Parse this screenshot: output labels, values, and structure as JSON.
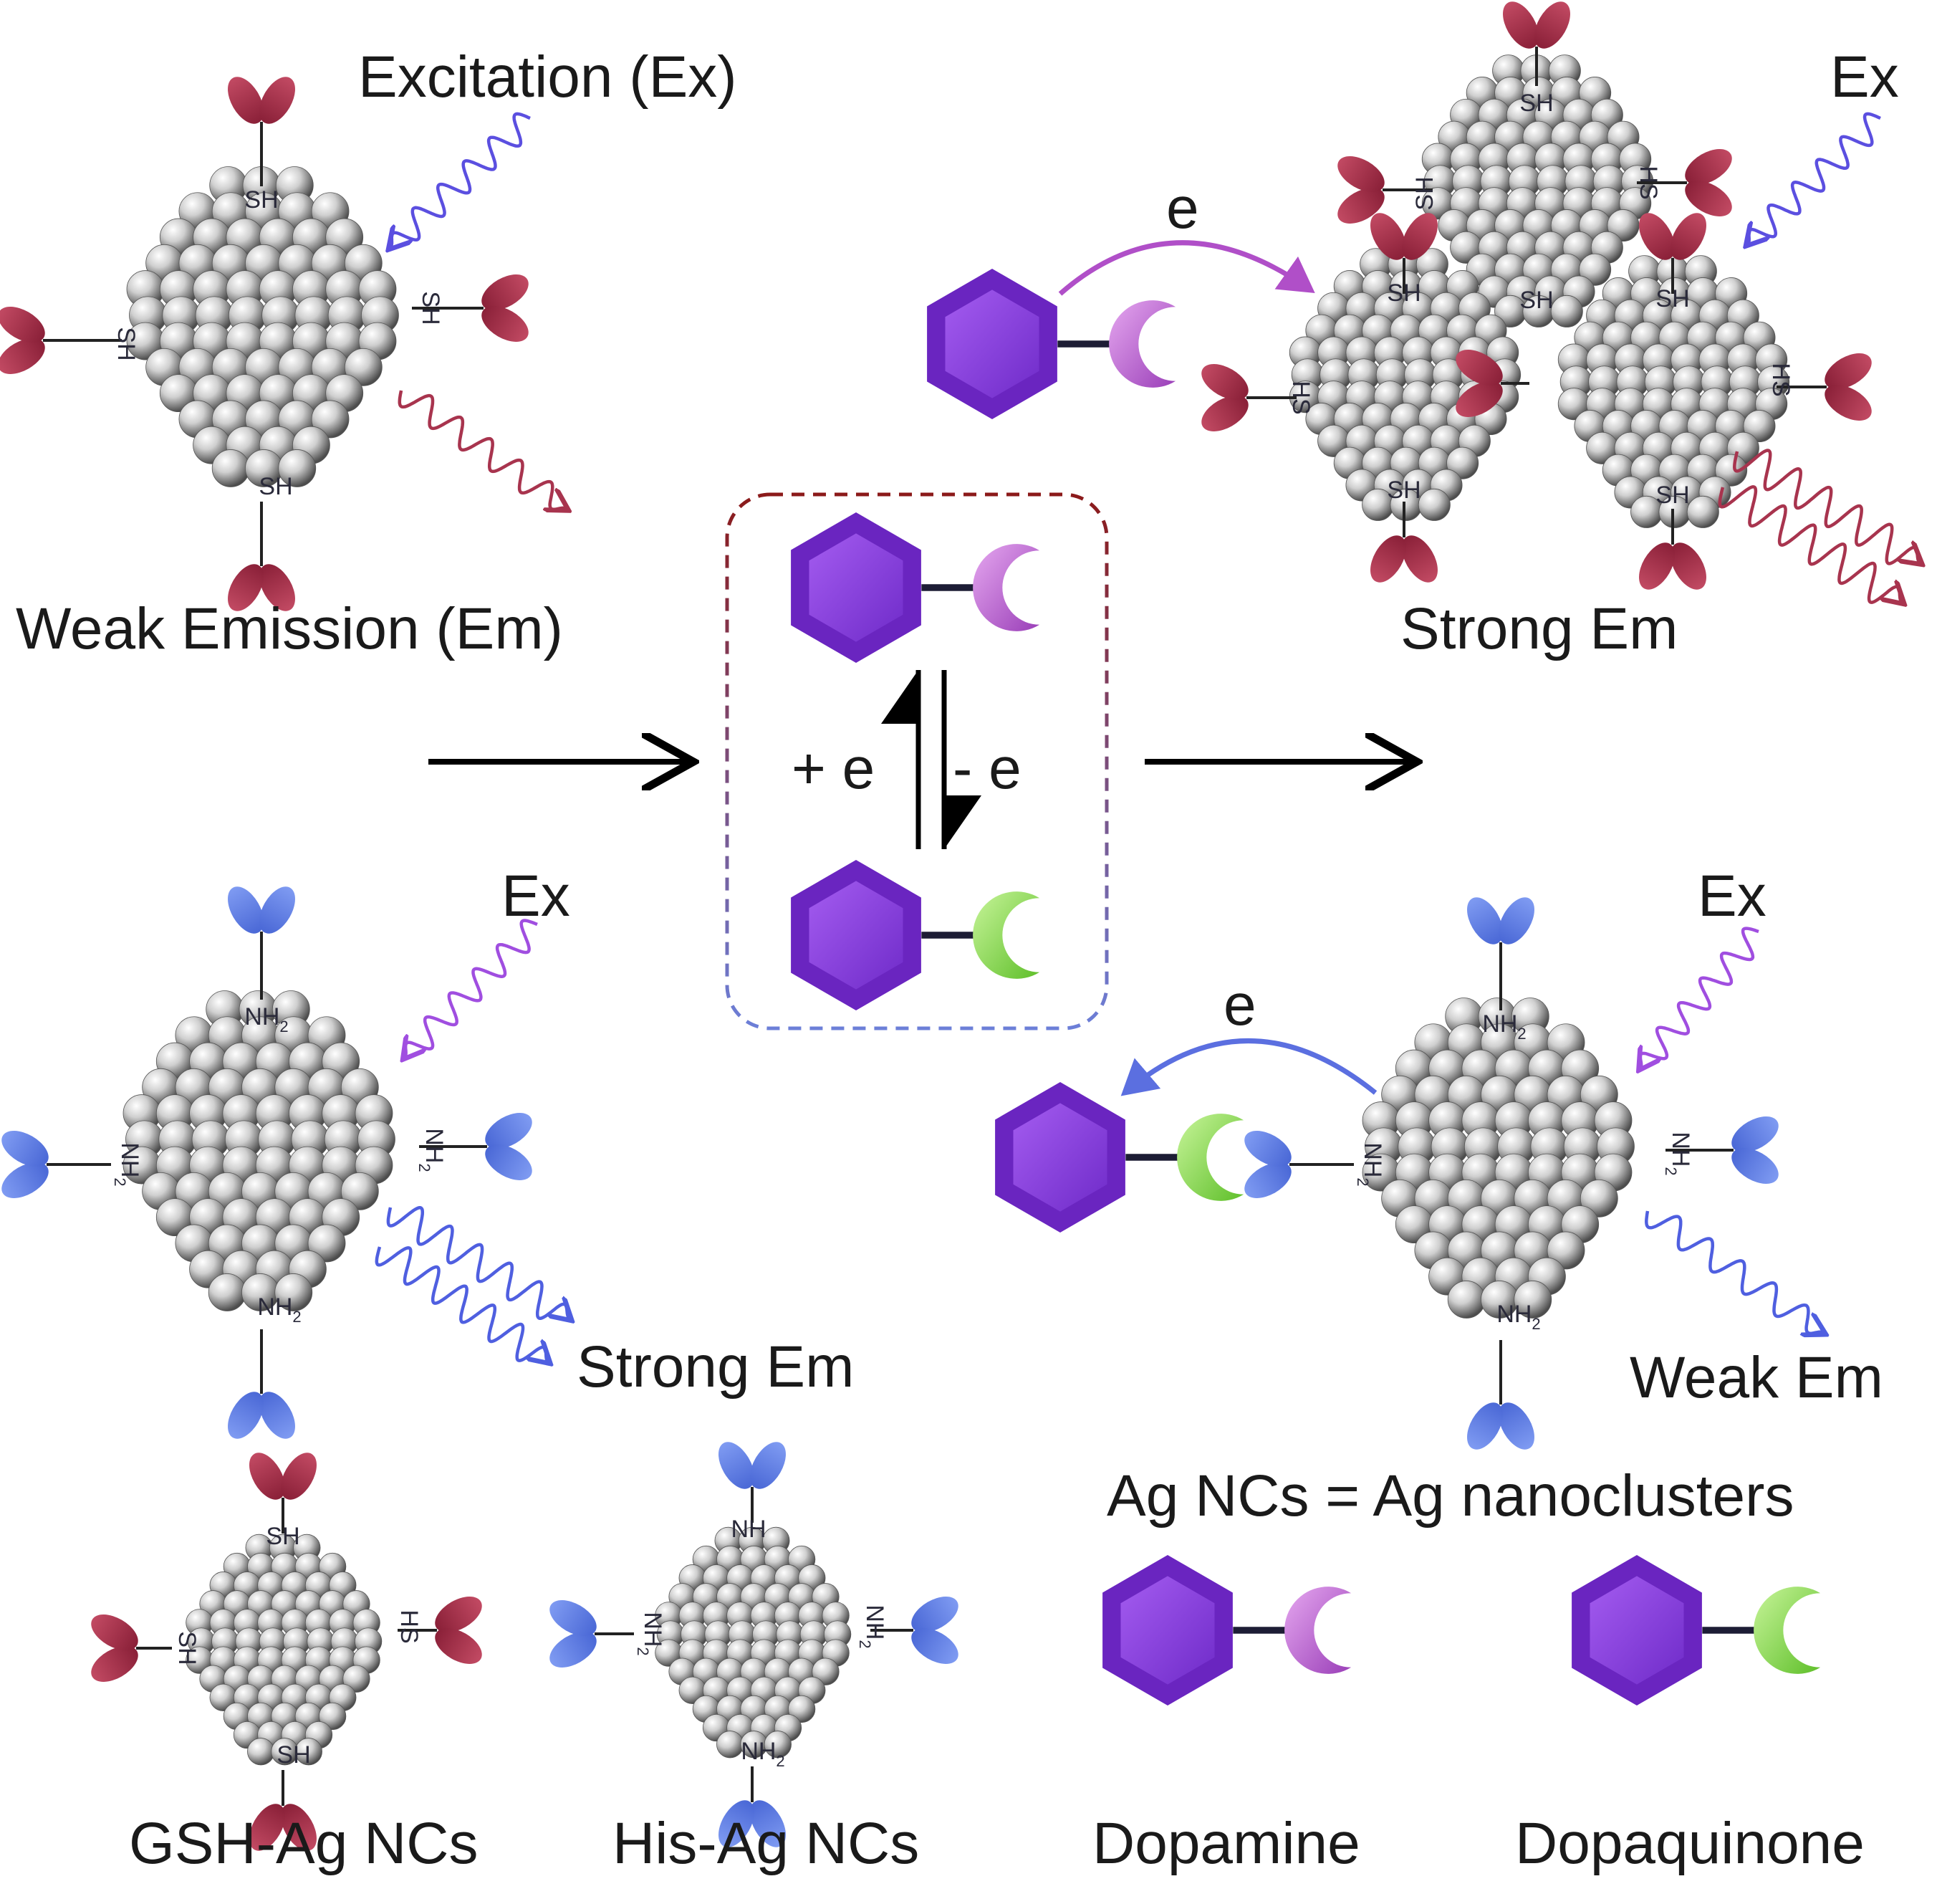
{
  "labels": {
    "excitation": "Excitation (Ex)",
    "weak_emission": "Weak Emission (Em)",
    "ex_top_right": "Ex",
    "ex_bottom_left": "Ex",
    "ex_bottom_right": "Ex",
    "strong_em_top": "Strong Em",
    "strong_em_bottom": "Strong Em",
    "weak_em_bottom": "Weak Em",
    "electron_top": "e",
    "electron_bottom": "e",
    "plus_e": "+ e",
    "minus_e": "- e",
    "gsh_ag_ncs": "GSH-Ag NCs",
    "his_ag_ncs": "His-Ag NCs",
    "ag_ncs_def": "Ag NCs = Ag nanoclusters",
    "dopamine": "Dopamine",
    "dopaquinone": "Dopaquinone"
  },
  "ligand_text": {
    "thiol": "SH",
    "thiol_rev": "HS",
    "amine": "NH",
    "amine_sub": "2"
  },
  "colors": {
    "thiol_ligand": "#a8344e",
    "amine_ligand": "#5b7fe0",
    "dopamine_moon": "#b45ac8",
    "dopaquinone_moon": "#7ed63a",
    "hexagon": "#8a3fe0",
    "excitation_blue": "#5b4fe0",
    "excitation_violet": "#a04ee0",
    "emission_red": "#a8344e",
    "emission_blue": "#4f5fe0",
    "box_top": "#8b1a1a",
    "box_bottom": "#6c7fd8"
  }
}
